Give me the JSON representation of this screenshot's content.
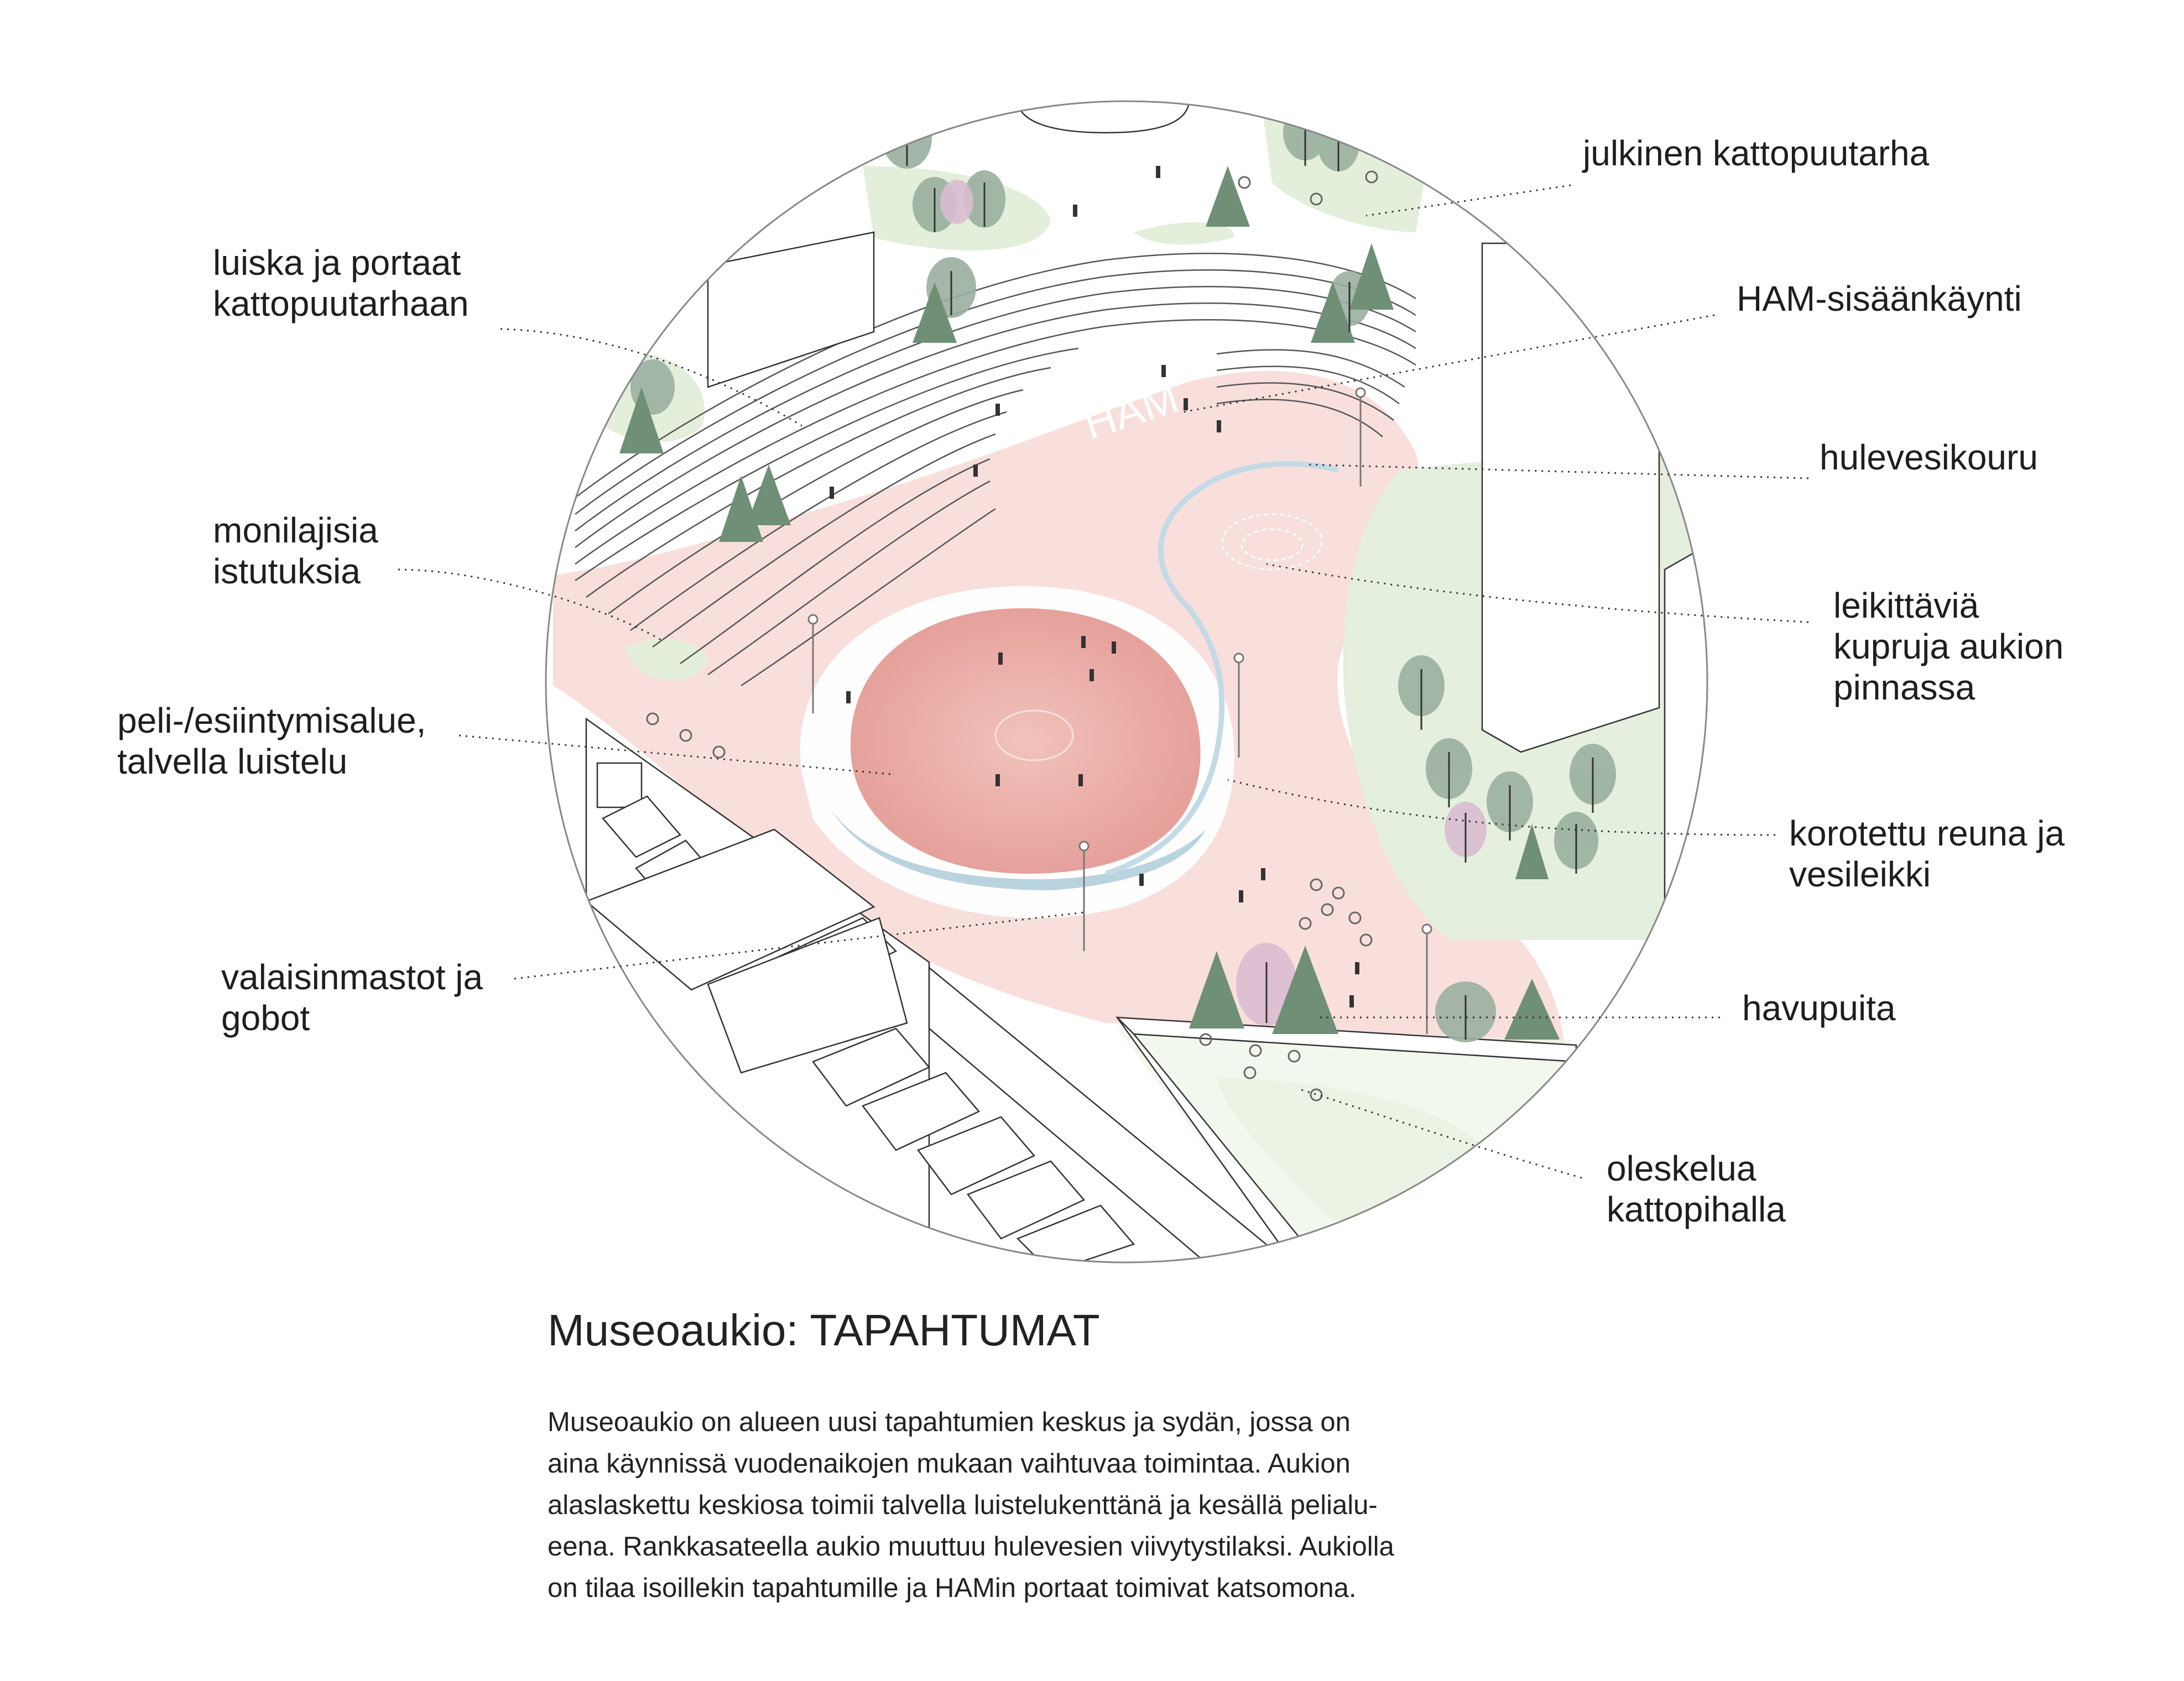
{
  "labels": {
    "rooftop_garden": "julkinen kattopuutarha",
    "ramp_stairs": [
      "luiska ja portaat",
      "kattopuutarhaan"
    ],
    "ham_entrance": "HAM-sisäänkäynti",
    "stormwater_channel": "hulevesikouru",
    "multispecies_plantings": [
      "monilajisia",
      "istutuksia"
    ],
    "play_bumps": [
      "leikittäviä",
      "kupruja aukion",
      "pinnassa"
    ],
    "play_performance_area": [
      "peli-/esiintymisalue,",
      "talvella luistelu"
    ],
    "raised_edge": [
      "korotettu reuna ja",
      "vesileikki"
    ],
    "light_masts": [
      "valaisinmastot ja",
      "gobot"
    ],
    "conifers": "havupuita",
    "roof_yard": [
      "oleskelua",
      "kattopihalla"
    ]
  },
  "plan_text": {
    "ham_sign": "HAM"
  },
  "caption": {
    "title": "Museoaukio: TAPAHTUMAT",
    "body_lines": [
      "Museoaukio on alueen uusi tapahtumien keskus ja sydän, jossa on",
      "aina käynnissä vuodenaikojen mukaan vaihtuvaa toimintaa. Aukion",
      "alaslaskettu keskiosa toimii talvella luistelukenttänä ja kesällä pelialu-",
      "eena.  Rankkasateella aukio muuttuu hulevesien viivytystilaksi. Aukiolla",
      "on tilaa isoillekin tapahtumille ja HAMin portaat toimivat katsomona."
    ]
  },
  "colors": {
    "square_pink": "#f7dcda",
    "arena_pink": "#eba9a3",
    "green_lawn": "#e3eedb",
    "tree_green": "#6f8f76",
    "blossom": "#d9bcd0",
    "water_blue": "#b9d3df",
    "line": "#333333"
  }
}
